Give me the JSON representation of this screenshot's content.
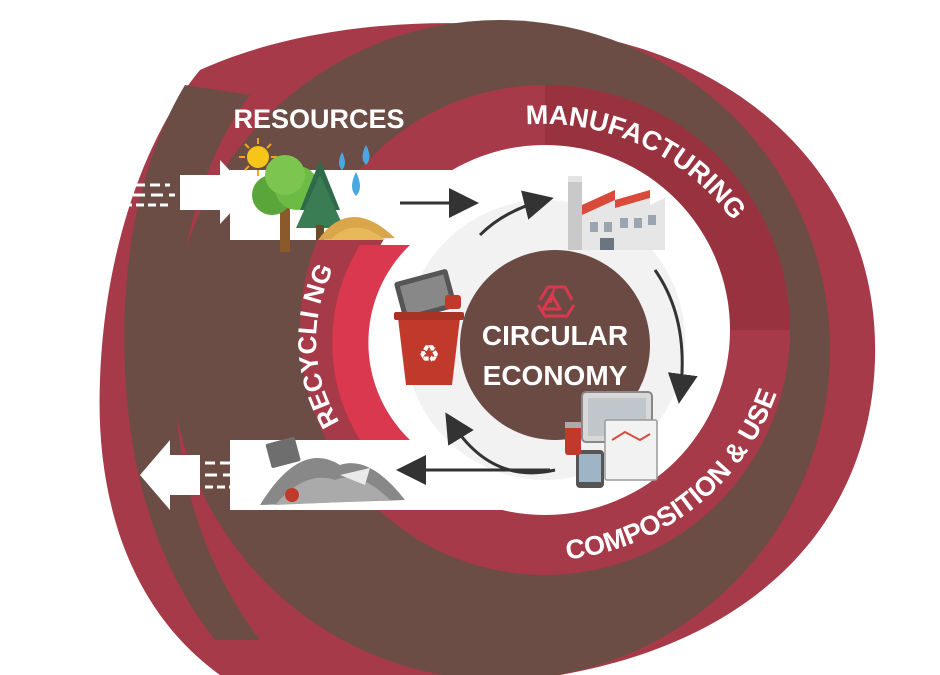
{
  "diagram": {
    "center": {
      "line1": "CIRCULAR",
      "line2": "ECONOMY",
      "icon": "recycle-icon"
    },
    "stages": {
      "resources": "RESOURCES",
      "manufacturing": "MANUFACTURING",
      "composition_use": "COMPOSITION & USE",
      "recycling": "RECYCLI NG"
    },
    "icons": {
      "resources": [
        "sun-icon",
        "tree-icon",
        "water-drop-icon",
        "sand-pile-icon"
      ],
      "manufacturing": "factory-icon",
      "use": "devices-icon",
      "recycling": "recycle-bin-icon",
      "waste": "landfill-icon"
    },
    "colors": {
      "outer_ring": "#6b4d45",
      "red_ring": "#a63a48",
      "red_ring_dark": "#8c2c38",
      "accent_red": "#d9384f",
      "white_band": "#ffffff",
      "center": "#6a4a43"
    }
  }
}
